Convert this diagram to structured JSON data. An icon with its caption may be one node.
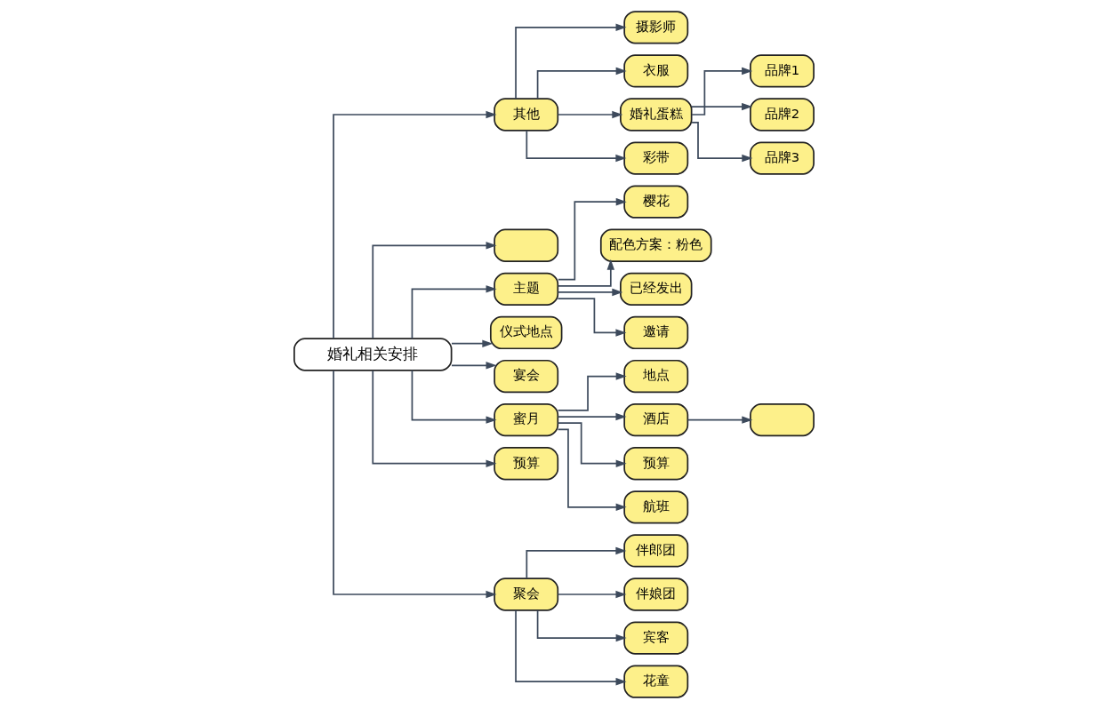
{
  "diagram": {
    "nodes": [
      {
        "text": [
          "婚礼相关安排"
        ]
      },
      {
        "text": [
          "其他"
        ]
      },
      {
        "text": [
          "摄影师"
        ]
      },
      {
        "text": [
          "衣服"
        ]
      },
      {
        "text": [
          "婚礼蛋糕"
        ]
      },
      {
        "text": [
          "品牌1"
        ]
      },
      {
        "text": [
          "品牌2"
        ]
      },
      {
        "text": [
          "品牌3"
        ]
      },
      {
        "text": [
          "彩带"
        ]
      },
      {
        "text": [],
        "shape": "box"
      },
      {
        "text": [
          "主题"
        ]
      },
      {
        "text": [
          "樱花"
        ]
      },
      {
        "text": [
          "配色方案：粉色"
        ]
      },
      {
        "text": [
          "已经发出"
        ]
      },
      {
        "text": [
          "邀请"
        ]
      },
      {
        "text": [
          "仪式地点"
        ]
      },
      {
        "text": [
          "宴会"
        ]
      },
      {
        "text": [
          "蜜月"
        ]
      },
      {
        "text": [
          "地点"
        ]
      },
      {
        "text": [
          "酒店"
        ]
      },
      {
        "text": [],
        "shape": "box"
      },
      {
        "text": [
          "预算"
        ]
      },
      {
        "text": [
          "航班"
        ]
      },
      {
        "text": [
          "预算"
        ]
      },
      {
        "text": [
          "聚会"
        ]
      },
      {
        "text": [
          "伴郎团"
        ]
      },
      {
        "text": [
          "伴娘团"
        ]
      },
      {
        "text": [
          "宾客"
        ]
      },
      {
        "text": [
          "花童"
        ]
      }
    ],
    "edges": [
      {
        "from": 0,
        "to": 1,
        "arrow": "to"
      },
      {
        "from": 1,
        "to": 2,
        "arrow": "to"
      },
      {
        "from": 1,
        "to": 3,
        "arrow": "to"
      },
      {
        "from": 1,
        "to": 4,
        "arrow": "to"
      },
      {
        "from": 4,
        "to": 5,
        "arrow": "to"
      },
      {
        "from": 4,
        "to": 6,
        "arrow": "to"
      },
      {
        "from": 4,
        "to": 7,
        "arrow": "to"
      },
      {
        "from": 1,
        "to": 8,
        "arrow": "to"
      },
      {
        "from": 0,
        "to": 9,
        "arrow": "to"
      },
      {
        "from": 0,
        "to": 10,
        "arrow": "to"
      },
      {
        "from": 10,
        "to": 11,
        "arrow": "to"
      },
      {
        "from": 10,
        "to": 12,
        "arrow": "to"
      },
      {
        "from": 10,
        "to": 13,
        "arrow": "to"
      },
      {
        "from": 10,
        "to": 14,
        "arrow": "to"
      },
      {
        "from": 0,
        "to": 15,
        "arrow": "to"
      },
      {
        "from": 0,
        "to": 16,
        "arrow": "to"
      },
      {
        "from": 0,
        "to": 17,
        "arrow": "to"
      },
      {
        "from": 17,
        "to": 18,
        "arrow": "to"
      },
      {
        "from": 17,
        "to": 19,
        "arrow": "to"
      },
      {
        "from": 17,
        "to": 21,
        "arrow": "to"
      },
      {
        "from": 17,
        "to": 22,
        "arrow": "to"
      },
      {
        "from": 19,
        "to": 20,
        "arrow": "to"
      },
      {
        "from": 0,
        "to": 23,
        "arrow": "to"
      },
      {
        "from": 0,
        "to": 24,
        "arrow": "to"
      },
      {
        "from": 24,
        "to": 25,
        "arrow": "to"
      },
      {
        "from": 24,
        "to": 26,
        "arrow": "to"
      },
      {
        "from": 24,
        "to": 27,
        "arrow": "to"
      },
      {
        "from": 24,
        "to": 28,
        "arrow": "to"
      }
    ]
  }
}
